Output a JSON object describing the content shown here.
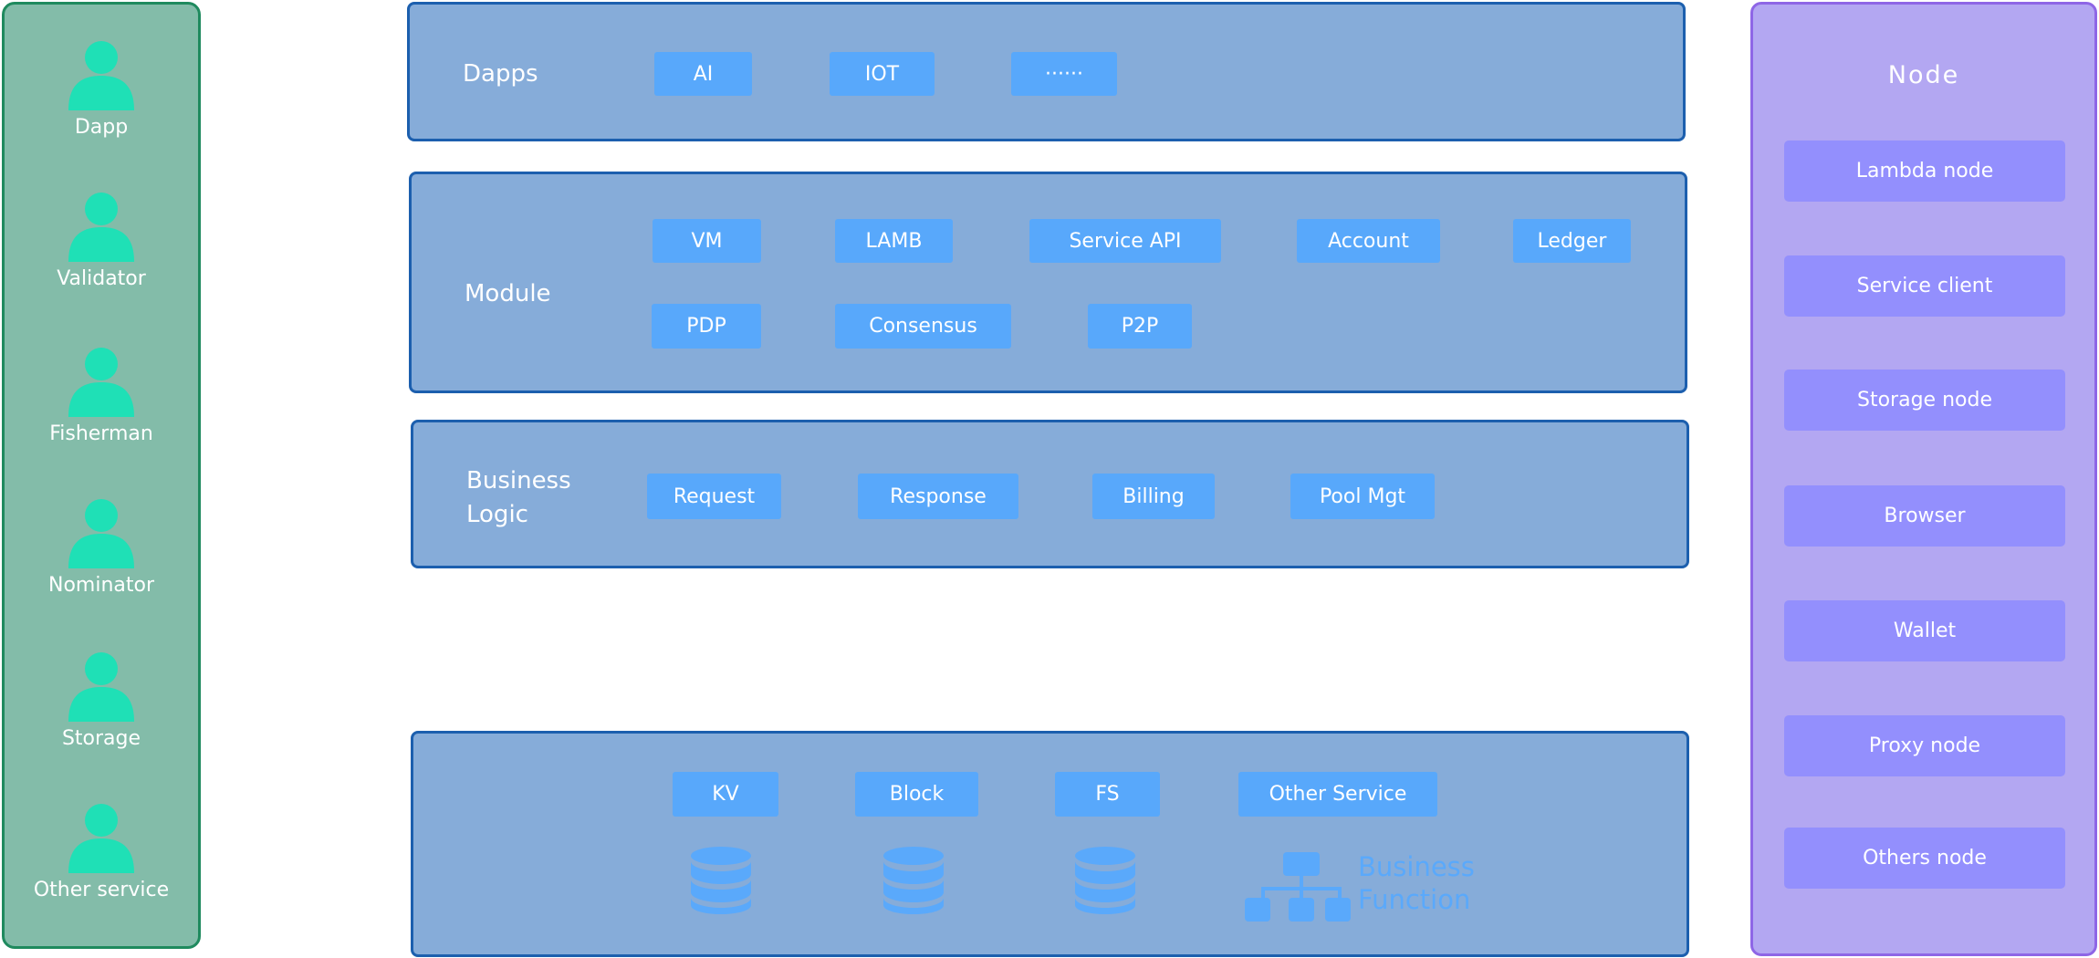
{
  "roles": [
    "Dapp",
    "Validator",
    "Fisherman",
    "Nominator",
    "Storage",
    "Other service"
  ],
  "node": {
    "title": "Node",
    "items": [
      "Lambda node",
      "Service client",
      "Storage node",
      "Browser",
      "Wallet",
      "Proxy node",
      "Others node"
    ]
  },
  "layers": {
    "dapps": {
      "title": "Dapps",
      "chips": [
        "AI",
        "IOT",
        "······"
      ]
    },
    "module": {
      "title": "Module",
      "chips": [
        "VM",
        "LAMB",
        "Service API",
        "Account",
        "Ledger",
        "PDP",
        "Consensus",
        "P2P"
      ]
    },
    "business_logic": {
      "title_line1": "Business",
      "title_line2": "Logic",
      "chips": [
        "Request",
        "Response",
        "Billing",
        "Pool Mgt"
      ]
    },
    "business_function": {
      "chips": [
        "KV",
        "Block",
        "FS",
        "Other Service"
      ],
      "label_line1": "Business",
      "label_line2": "Function"
    }
  },
  "colors": {
    "roles_bg": "#83bca9",
    "roles_border": "#1f8a5e",
    "person_icon": "#1fe0b6",
    "node_bg": "#b3a7f2",
    "node_border": "#8e66e6",
    "node_button": "#938ffd",
    "layer_bg": "#86acd9",
    "layer_border": "#1c5fae",
    "chip": "#58a8fb"
  },
  "icons": [
    "person-icon",
    "database-icon",
    "hierarchy-icon"
  ]
}
